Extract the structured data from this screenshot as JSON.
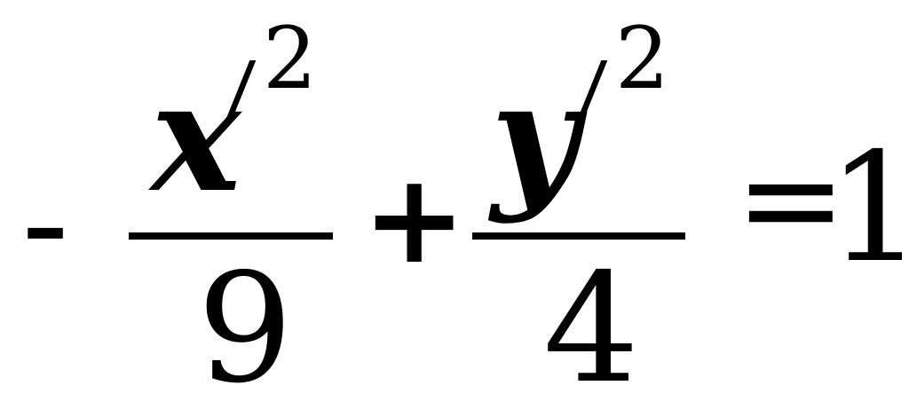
{
  "equation": {
    "leading_sign": "-",
    "term1": {
      "variable": "x",
      "exponent": "2",
      "denominator": "9"
    },
    "operator": "+",
    "term2": {
      "variable": "y",
      "exponent": "2",
      "denominator": "4"
    },
    "equals": "=",
    "rhs": "1"
  }
}
